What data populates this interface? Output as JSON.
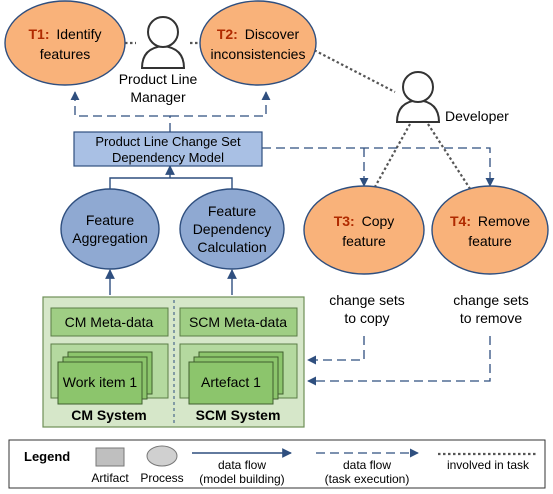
{
  "tasks": {
    "t1": {
      "id": "T1:",
      "line1": "Identify",
      "line2": "features"
    },
    "t2": {
      "id": "T2:",
      "line1": "Discover",
      "line2": "inconsistencies"
    },
    "t3": {
      "id": "T3:",
      "line1": "Copy",
      "line2": "feature"
    },
    "t4": {
      "id": "T4:",
      "line1": "Remove",
      "line2": "feature"
    }
  },
  "actors": {
    "manager": {
      "line1": "Product Line",
      "line2": "Manager"
    },
    "developer": {
      "label": "Developer"
    }
  },
  "model": {
    "line1": "Product Line Change Set",
    "line2": "Dependency Model"
  },
  "processes": {
    "aggregation": {
      "line1": "Feature",
      "line2": "Aggregation"
    },
    "dependency": {
      "line1": "Feature",
      "line2": "Dependency",
      "line3": "Calculation"
    }
  },
  "systems": {
    "cm": {
      "meta": "CM Meta-data",
      "item": "Work item 1",
      "label": "CM System"
    },
    "scm": {
      "meta": "SCM Meta-data",
      "item": "Artefact 1",
      "label": "SCM System"
    }
  },
  "flows": {
    "copy": {
      "line1": "change sets",
      "line2": "to copy"
    },
    "remove": {
      "line1": "change sets",
      "line2": "to remove"
    }
  },
  "legend": {
    "title": "Legend",
    "artifact": "Artifact",
    "process": "Process",
    "build_line1": "data flow",
    "build_line2": "(model building)",
    "exec_line1": "data flow",
    "exec_line2": "(task execution)",
    "involved": "involved in task"
  },
  "colors": {
    "task_fill": "#f9b27a",
    "process_fill": "#8fa9d2",
    "model_fill": "#a9c0e4",
    "system_fill": "#d6e7c9",
    "meta_fill": "#9fce84",
    "line": "#2f4f7f"
  }
}
